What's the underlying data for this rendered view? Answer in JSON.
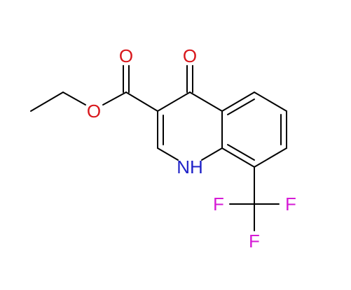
{
  "molecule": {
    "atoms": {
      "ketone_oxygen": "O",
      "carbonyl_oxygen": "O",
      "ester_oxygen": "O",
      "ring_nitrogen": "NH",
      "fluorine_left": "F",
      "fluorine_right": "F",
      "fluorine_bottom": "F"
    }
  },
  "colors": {
    "bond": "#000000",
    "oxygen": "#d8161b",
    "nitrogen": "#1f22c8",
    "fluorine": "#d61ad6"
  }
}
